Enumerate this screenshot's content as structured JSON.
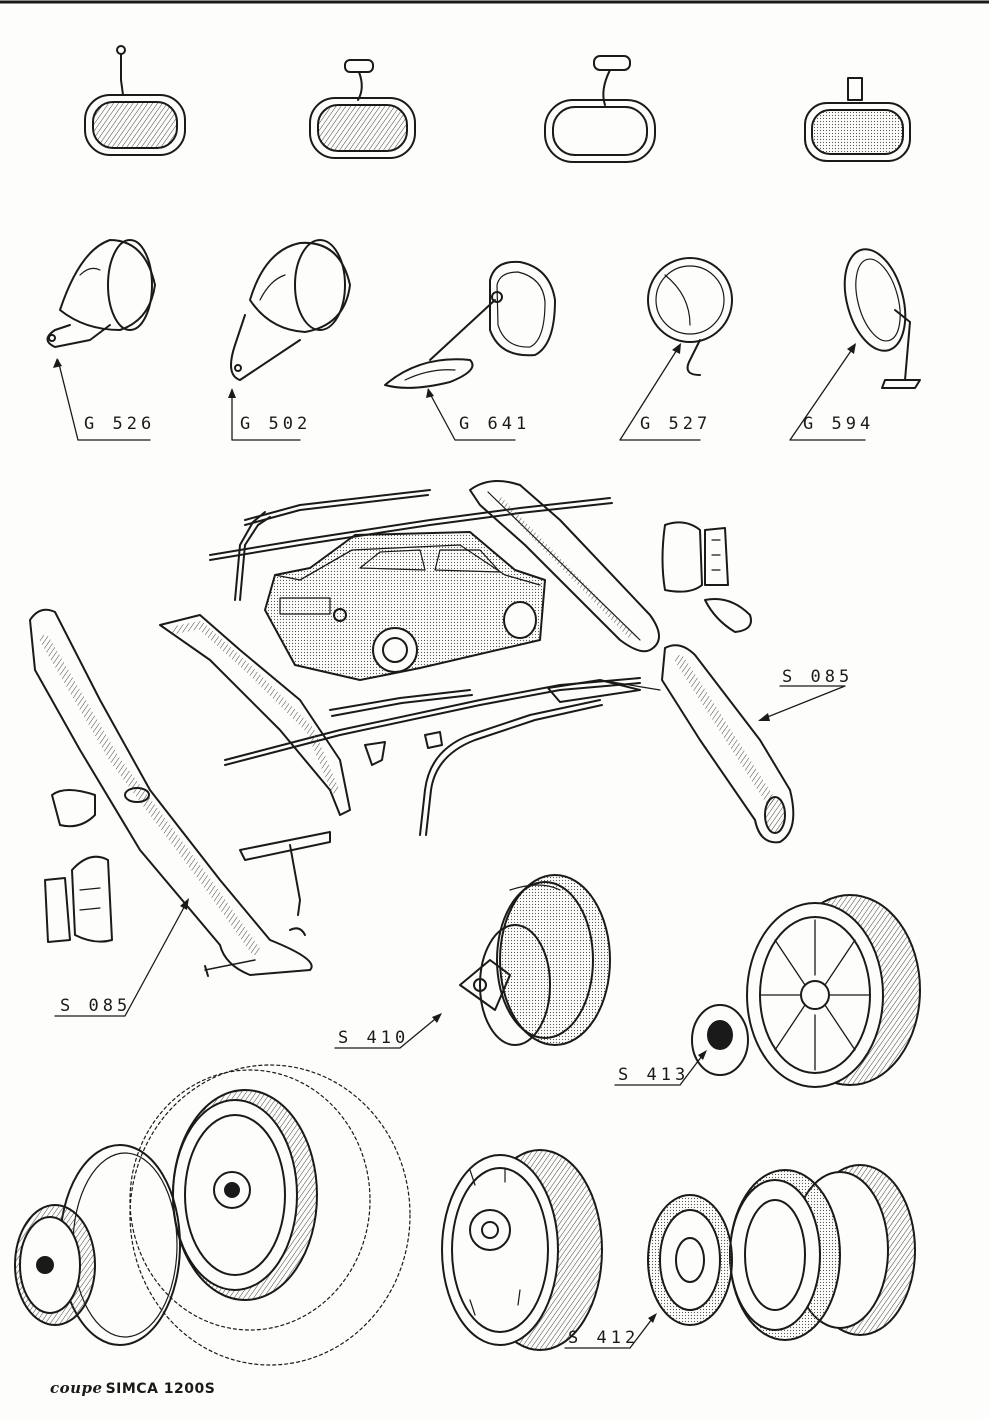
{
  "callouts": {
    "g526": "G 526",
    "g502": "G 502",
    "g641": "G 641",
    "g527": "G 527",
    "g594": "G 594",
    "s085_right": "S 085",
    "s085_left": "S 085",
    "s410": "S 410",
    "s413": "S 413",
    "s412": "S 412"
  },
  "footer": {
    "brand": "coupe",
    "model": "SIMCA 1200S"
  },
  "colors": {
    "ink": "#1a1a1a",
    "paper": "#fdfdfb"
  }
}
